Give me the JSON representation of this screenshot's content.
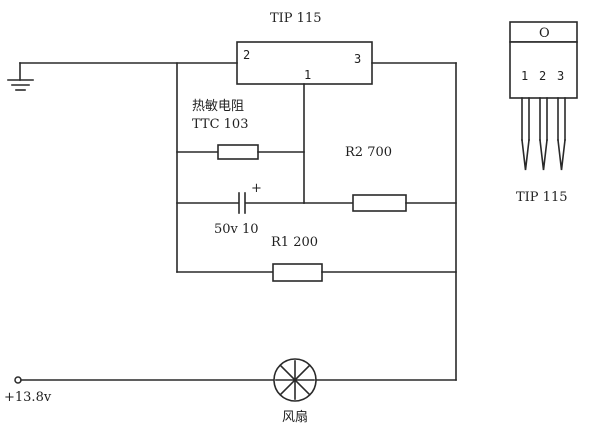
{
  "transistor": {
    "label": "TIP 115",
    "pins": {
      "base": "1",
      "collector": "2",
      "emitter": "3"
    }
  },
  "thermistor": {
    "name": "热敏电阻",
    "model": "TTC 103"
  },
  "resistor_r2": {
    "label": "R2 700"
  },
  "capacitor": {
    "label": "50v 10",
    "polarity": "+"
  },
  "resistor_r1": {
    "label": "R1 200"
  },
  "supply": {
    "label": "+13.8v"
  },
  "fan": {
    "label": "风扇"
  },
  "package": {
    "label": "TIP 115",
    "tab_mark": "O",
    "pin_numbers": [
      "1",
      "2",
      "3"
    ]
  }
}
